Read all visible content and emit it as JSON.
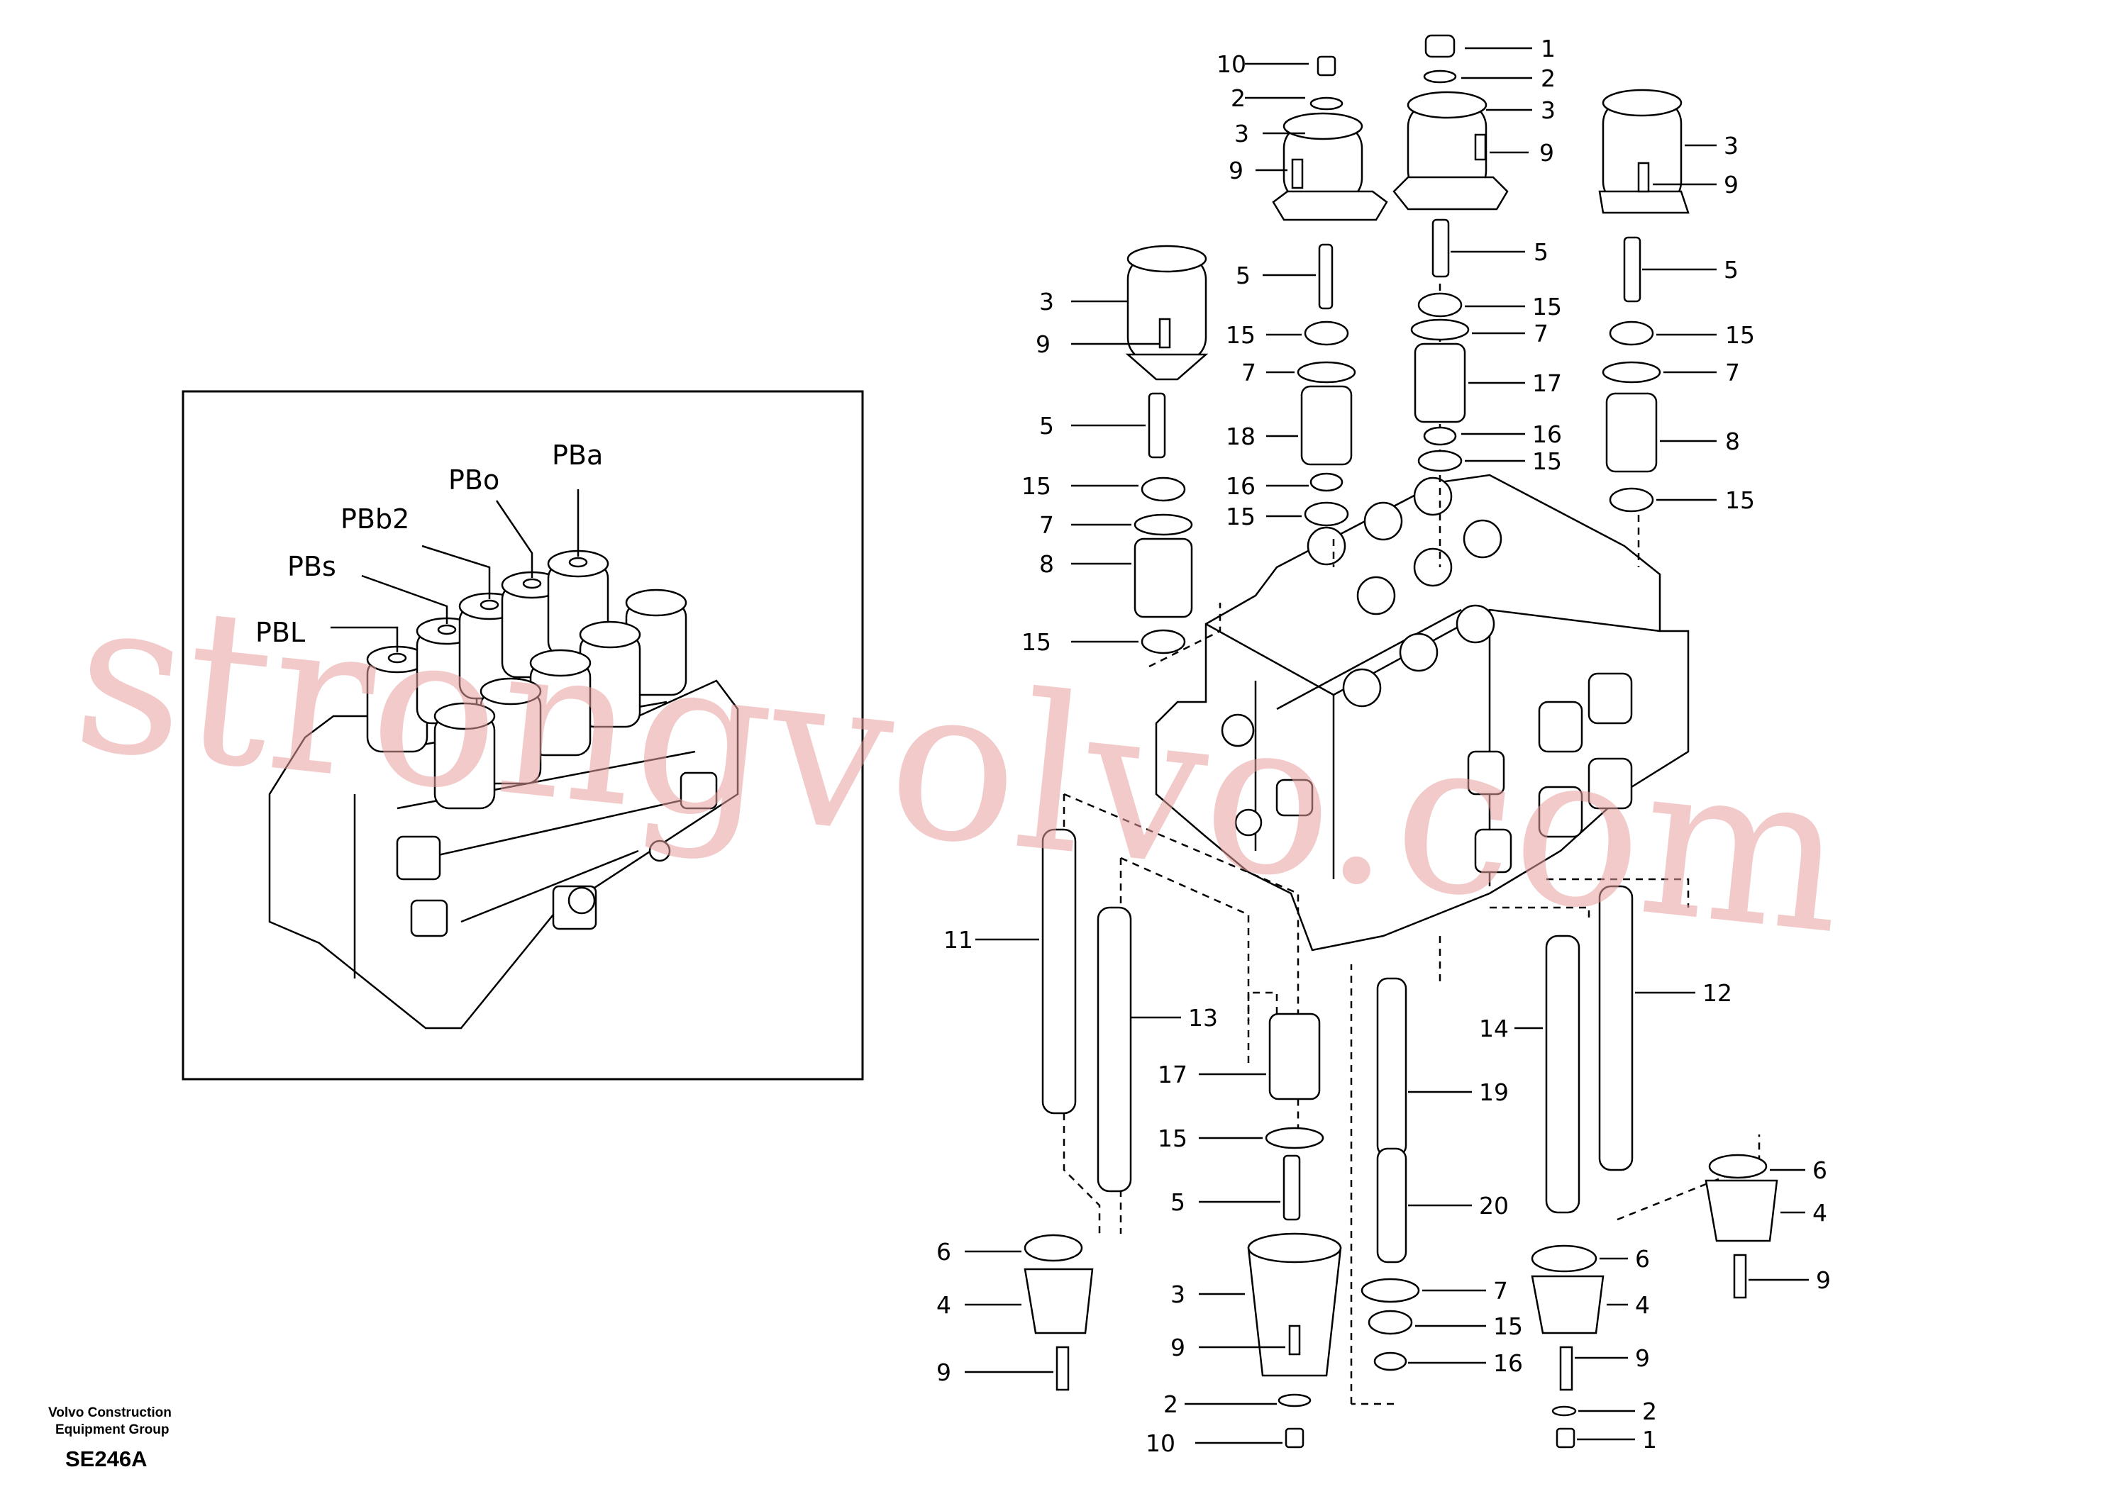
{
  "inset": {
    "labels": [
      "PBL",
      "PBs",
      "PBb2",
      "PBo",
      "PBa"
    ]
  },
  "callouts": [
    {
      "id": "c1",
      "text": "10"
    },
    {
      "id": "c2",
      "text": "2"
    },
    {
      "id": "c3",
      "text": "3"
    },
    {
      "id": "c4",
      "text": "9"
    },
    {
      "id": "c5",
      "text": "1"
    },
    {
      "id": "c6",
      "text": "2"
    },
    {
      "id": "c7",
      "text": "3"
    },
    {
      "id": "c8",
      "text": "9"
    },
    {
      "id": "c9",
      "text": "3"
    },
    {
      "id": "c10",
      "text": "9"
    },
    {
      "id": "c11",
      "text": "3"
    },
    {
      "id": "c12",
      "text": "9"
    },
    {
      "id": "c13",
      "text": "5"
    },
    {
      "id": "c14",
      "text": "5"
    },
    {
      "id": "c15",
      "text": "5"
    },
    {
      "id": "c16",
      "text": "5"
    },
    {
      "id": "c17",
      "text": "15"
    },
    {
      "id": "c18",
      "text": "7"
    },
    {
      "id": "c19",
      "text": "17"
    },
    {
      "id": "c20",
      "text": "16"
    },
    {
      "id": "c21",
      "text": "15"
    },
    {
      "id": "c22",
      "text": "15"
    },
    {
      "id": "c23",
      "text": "7"
    },
    {
      "id": "c24",
      "text": "18"
    },
    {
      "id": "c25",
      "text": "16"
    },
    {
      "id": "c26",
      "text": "15"
    },
    {
      "id": "c27",
      "text": "15"
    },
    {
      "id": "c28",
      "text": "7"
    },
    {
      "id": "c29",
      "text": "8"
    },
    {
      "id": "c30",
      "text": "15"
    },
    {
      "id": "c31",
      "text": "15"
    },
    {
      "id": "c32",
      "text": "7"
    },
    {
      "id": "c33",
      "text": "8"
    },
    {
      "id": "c34",
      "text": "15"
    },
    {
      "id": "c35",
      "text": "11"
    },
    {
      "id": "c36",
      "text": "13"
    },
    {
      "id": "c37",
      "text": "17"
    },
    {
      "id": "c38",
      "text": "15"
    },
    {
      "id": "c39",
      "text": "5"
    },
    {
      "id": "c40",
      "text": "19"
    },
    {
      "id": "c41",
      "text": "20"
    },
    {
      "id": "c42",
      "text": "14"
    },
    {
      "id": "c43",
      "text": "12"
    },
    {
      "id": "c44",
      "text": "6"
    },
    {
      "id": "c45",
      "text": "4"
    },
    {
      "id": "c46",
      "text": "9"
    },
    {
      "id": "c47",
      "text": "3"
    },
    {
      "id": "c48",
      "text": "9"
    },
    {
      "id": "c49",
      "text": "2"
    },
    {
      "id": "c50",
      "text": "10"
    },
    {
      "id": "c51",
      "text": "7"
    },
    {
      "id": "c52",
      "text": "15"
    },
    {
      "id": "c53",
      "text": "16"
    },
    {
      "id": "c54",
      "text": "6"
    },
    {
      "id": "c55",
      "text": "4"
    },
    {
      "id": "c56",
      "text": "9"
    },
    {
      "id": "c57",
      "text": "2"
    },
    {
      "id": "c58",
      "text": "1"
    },
    {
      "id": "c59",
      "text": "6"
    },
    {
      "id": "c60",
      "text": "4"
    },
    {
      "id": "c61",
      "text": "9"
    }
  ],
  "footer": {
    "line1": "Volvo Construction",
    "line2": "Equipment Group",
    "code": "SE246A"
  },
  "watermark": "strongvolvo.com"
}
